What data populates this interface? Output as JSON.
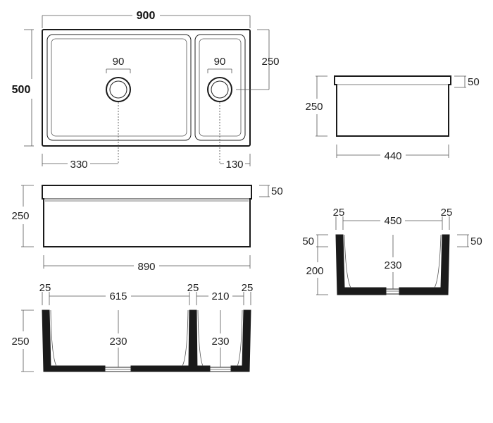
{
  "plan_view": {
    "overall_width": "900",
    "overall_depth": "500",
    "large_waste": "90",
    "small_waste": "90",
    "small_bowl_depth": "250",
    "large_waste_offset": "330",
    "small_waste_offset": "130"
  },
  "side_view": {
    "height": "250",
    "lip": "50",
    "width": "440"
  },
  "front_view": {
    "height": "250",
    "lip": "50",
    "width": "890"
  },
  "section_large": {
    "wall_left": "25",
    "bowl_width": "615",
    "wall_middle": "25",
    "small_bowl_width": "210",
    "wall_right": "25",
    "height": "250",
    "large_bowl_depth": "230",
    "small_bowl_depth": "230"
  },
  "section_side": {
    "wall_left": "25",
    "bowl_width": "450",
    "wall_right": "25",
    "lip_left": "50",
    "lip_right": "50",
    "lower_height": "200",
    "bowl_depth": "230"
  }
}
